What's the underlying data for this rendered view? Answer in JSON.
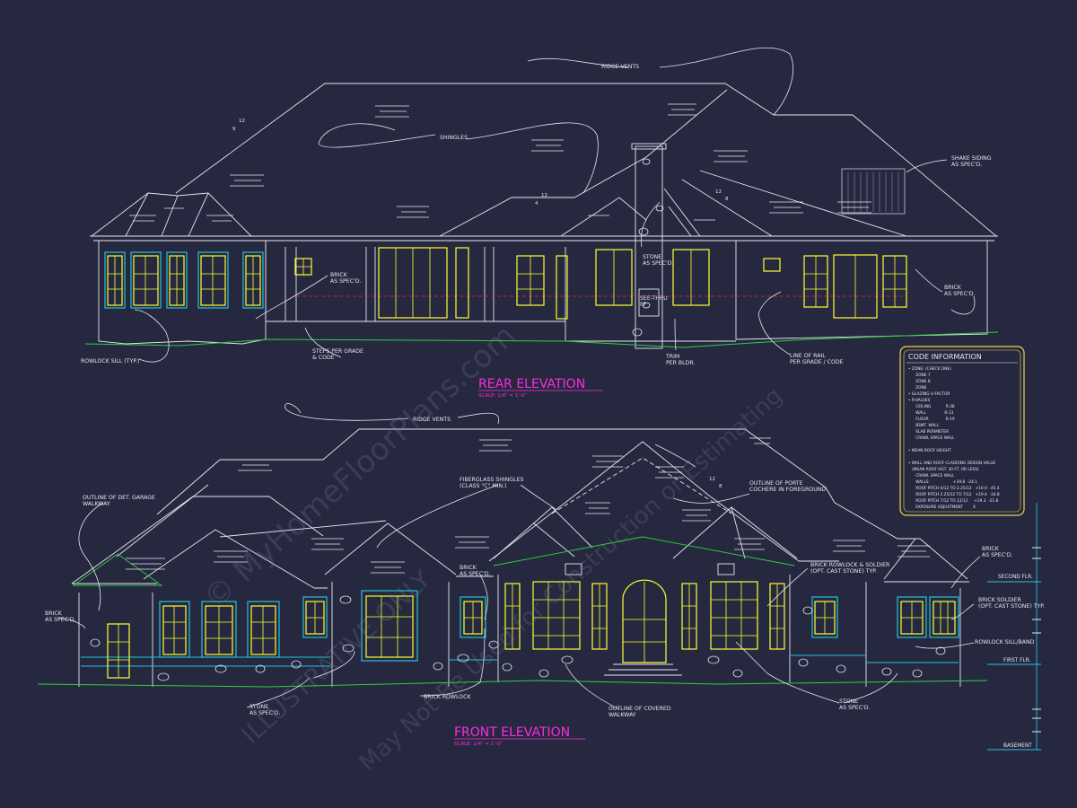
{
  "colors": {
    "background": "#262840",
    "linework": "#e6e6f0",
    "window": "#ffff33",
    "trim": "#22c3d8",
    "grade": "#2fcf3a",
    "title": "#ff2bdc",
    "code_box": "#e6d34a",
    "watermark": "#8a8aa8"
  },
  "rear": {
    "title": "REAR ELEVATION",
    "scale": "SCALE: 1/4\" = 1'-0\"",
    "callouts": {
      "ridge_vents": "RIDGE VENTS",
      "shingles": "SHINGLES",
      "shake_siding": "SHAKE SIDING\nAS SPEC'D.",
      "stone": "STONE\nAS SPEC'D.",
      "brick_left": "BRICK\nAS SPEC'D.",
      "brick_right": "BRICK\nAS SPEC'D.",
      "see_thru_fp": "SEE-THRU\nFP",
      "rowlock_sill": "ROWLOCK SILL (TYP.)",
      "steps_per_grade": "STEPS PER GRADE\n& CODE",
      "trim": "TRIM\nPER BLDR.",
      "line_of_rail": "LINE OF RAIL\nPER GRADE / CODE"
    },
    "pitch": [
      "12",
      "9",
      "12",
      "4",
      "12",
      "8"
    ]
  },
  "front": {
    "title": "FRONT ELEVATION",
    "scale": "SCALE: 1/4\" = 1'-0\"",
    "callouts": {
      "ridge_vents": "RIDGE VENTS",
      "fiberglass_shingles": "FIBERGLASS SHINGLES\n(CLASS \"C\" MIN.)",
      "outline_porte_cochere": "OUTLINE OF PORTE\nCOCHERE IN FOREGROUND",
      "outline_garage_walkway": "OUTLINE OF DET. GARAGE\nWALKWAY",
      "brick_left": "BRICK\nAS SPEC'D.",
      "brick_mid": "BRICK\nAS SPEC'D.",
      "brick_right": "BRICK\nAS SPEC'D.",
      "brick_rowlock_soldier": "BRICK ROWLOCK & SOLDIER\n(OPT. CAST STONE) TYP.",
      "brick_soldier": "BRICK SOLDIER\n(OPT. CAST STONE) TYP.",
      "rowlock_sill_band": "ROWLOCK SILL/BAND",
      "stone_left": "STONE\nAS SPEC'D.",
      "stone_right": "STONE\nAS SPEC'D.",
      "brick_rowlock": "BRICK ROWLOCK",
      "outline_covered_walkway": "OUTLINE OF COVERED\nWALKWAY"
    },
    "pitch": [
      "12",
      "8"
    ],
    "levels": [
      "SECOND FLR.",
      "FIRST FLR.",
      "BASEMENT"
    ]
  },
  "code_info": {
    "title": "CODE INFORMATION",
    "lines": [
      "• ZONE: (CHECK ONE)",
      "      ZONE 7",
      "      ZONE 8",
      "      ZONE",
      "• GLAZING U-FACTOR",
      "• R-VALUES",
      "      CEILING            R-38",
      "      WALL               R-13",
      "      FLOOR              R-19",
      "      BSMT. WALL",
      "      SLAB PERIMETER",
      "      CRAWL SPACE WALL",
      "",
      "• MEAN ROOF HEIGHT",
      "",
      "• WALL AND ROOF CLADDING DESIGN VALUE",
      "   (MEAN ROOF HGT. 30 FT. OR LESS)",
      "      CRAWL SPACE WALL",
      "      WALLS                    +19.8  -24.1",
      "      ROOF PITCH 0/12 TO 2.25/12   +10.0  -45.4",
      "      ROOF PITCH 2.25/12 TO 7/12   +19.4  -34.8",
      "      ROOF PITCH 7/12 TO 12/12     +19.3  -21.8",
      "      EXPOSURE ADJUSTMENT        X"
    ]
  },
  "watermark": {
    "line1": "© MyHomeFloorPlans.com",
    "line2": "ILLUSTRATIVE ONLY",
    "line3": "May Not Be Used for Construction or Estimating"
  }
}
